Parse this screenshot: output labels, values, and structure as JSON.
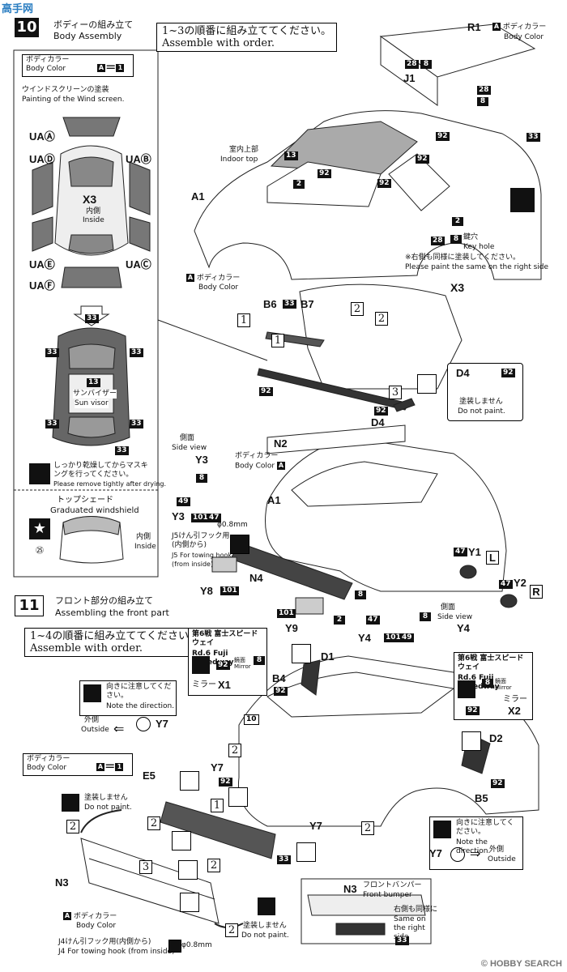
{
  "watermark_top": "高手网",
  "watermark_bottom": "© HOBBY SEARCH",
  "step10": {
    "number": "10",
    "title_jp": "ボディーの組み立て",
    "title_en": "Body Assembly",
    "order_jp": "1~3の順番に組み立ててください。",
    "order_en": "Assemble with order.",
    "body_color_jp": "ボディカラー",
    "body_color_en": "Body Color",
    "color_code_a": "A",
    "color_code_1": "1",
    "windscreen_jp": "ウインドスクリーンの塗装",
    "windscreen_en": "Painting of the Wind screen.",
    "ua_labels": [
      "UAⒶ",
      "UAⒹ",
      "UAⒷ",
      "UAⒺ",
      "UAⒸ",
      "UAⒻ"
    ],
    "x3": "X3",
    "inside_jp": "内側",
    "inside_en": "Inside",
    "sunvisor_jp": "サンバイザー",
    "sunvisor_en": "Sun visor",
    "part13": "13",
    "part33": "33",
    "dry_jp": "しっかり乾燥してからマスキングを行ってください。",
    "dry_en": "Please remove tightly after drying.",
    "topshade_jp": "トップシェード",
    "topshade_en": "Graduated windshield",
    "inside_jp2": "内側",
    "inside_en2": "Inside",
    "part25": "㉕",
    "r1": "R1",
    "j1": "J1",
    "a1": "A1",
    "indoor_top_jp": "室内上部",
    "indoor_top_en": "Indoor top",
    "key_hole_jp": "鍵穴",
    "key_hole_en": "Key hole",
    "right_side_jp": "※右側も同様に塗装してください。",
    "right_side_en": "Please paint the same on the right side",
    "b6": "B6",
    "b7": "B7",
    "d4": "D4",
    "do_not_paint_jp": "塗装しません",
    "do_not_paint_en": "Do not paint.",
    "n2": "N2",
    "side_view_jp": "側面",
    "side_view_en": "Side view",
    "y3": "Y3",
    "y4": "Y4",
    "n4": "N4",
    "y8": "Y8",
    "y9": "Y9",
    "y1": "Y1",
    "y2": "Y2",
    "l": "L",
    "r": "R",
    "towing_jp": "J5けん引フック用(内側から)",
    "towing_en": "J5 For towing hook (from inside)",
    "diameter": "φ0.8mm",
    "nums": [
      "1",
      "2",
      "3",
      "8",
      "28",
      "33",
      "47",
      "49",
      "92",
      "101"
    ]
  },
  "step11": {
    "number": "11",
    "title_jp": "フロント部分の組み立て",
    "title_en": "Assembling the front part",
    "order_jp": "1~4の順番に組み立ててください。",
    "order_en": "Assemble with order.",
    "race_jp": "第6戦 富士スピードウェイ",
    "race_en": "Rd.6 Fuji Speedway",
    "mirror_jp": "鏡面",
    "mirror_en": "Mirror",
    "mirror_x1_jp": "ミラー",
    "x1": "X1",
    "x2": "X2",
    "d1": "D1",
    "d2": "D2",
    "b4": "B4",
    "b5": "B5",
    "direction_jp": "向きに注意してください。",
    "direction_en": "Note the direction.",
    "outside_jp": "外側",
    "outside_en": "Outside",
    "y7": "Y7",
    "e5": "E5",
    "n3": "N3",
    "front_bumper_jp": "フロントバンパー",
    "front_bumper_en": "Front bumper",
    "same_right_jp": "右側も同様に",
    "same_right_en": "Same on the right side",
    "body_color_jp": "ボディカラー",
    "body_color_en": "Body Color",
    "towing_jp": "J4けん引フック用(内側から)",
    "towing_en": "J4 For towing hook (from inside)",
    "diameter": "φ0.8mm",
    "part10": "10"
  }
}
